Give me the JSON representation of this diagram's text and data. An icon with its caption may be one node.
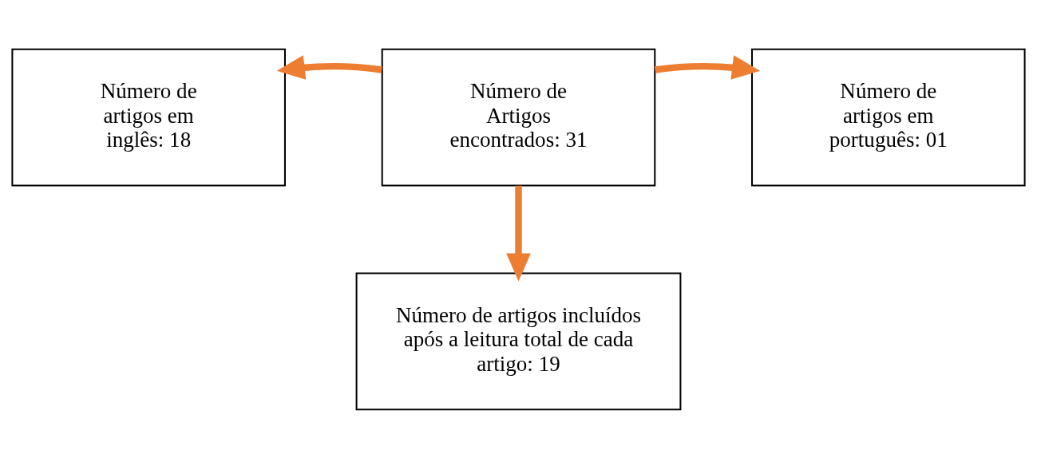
{
  "diagram": {
    "nodes": [
      {
        "text": [
          "Número de artigos em inglês: 18"
        ]
      },
      {
        "text": [
          "Número de Artigos encontrados: 31"
        ]
      },
      {
        "text": [
          "Número de artigos em português: 01"
        ]
      },
      {
        "text": [
          "Número de artigos incluídos após a leitura total de cada artigo: 19"
        ]
      }
    ],
    "edges": [
      {
        "from": 1,
        "to": 0,
        "arrow": "to"
      },
      {
        "from": 1,
        "to": 2,
        "arrow": "to"
      },
      {
        "from": 1,
        "to": 3,
        "arrow": "to"
      }
    ]
  }
}
